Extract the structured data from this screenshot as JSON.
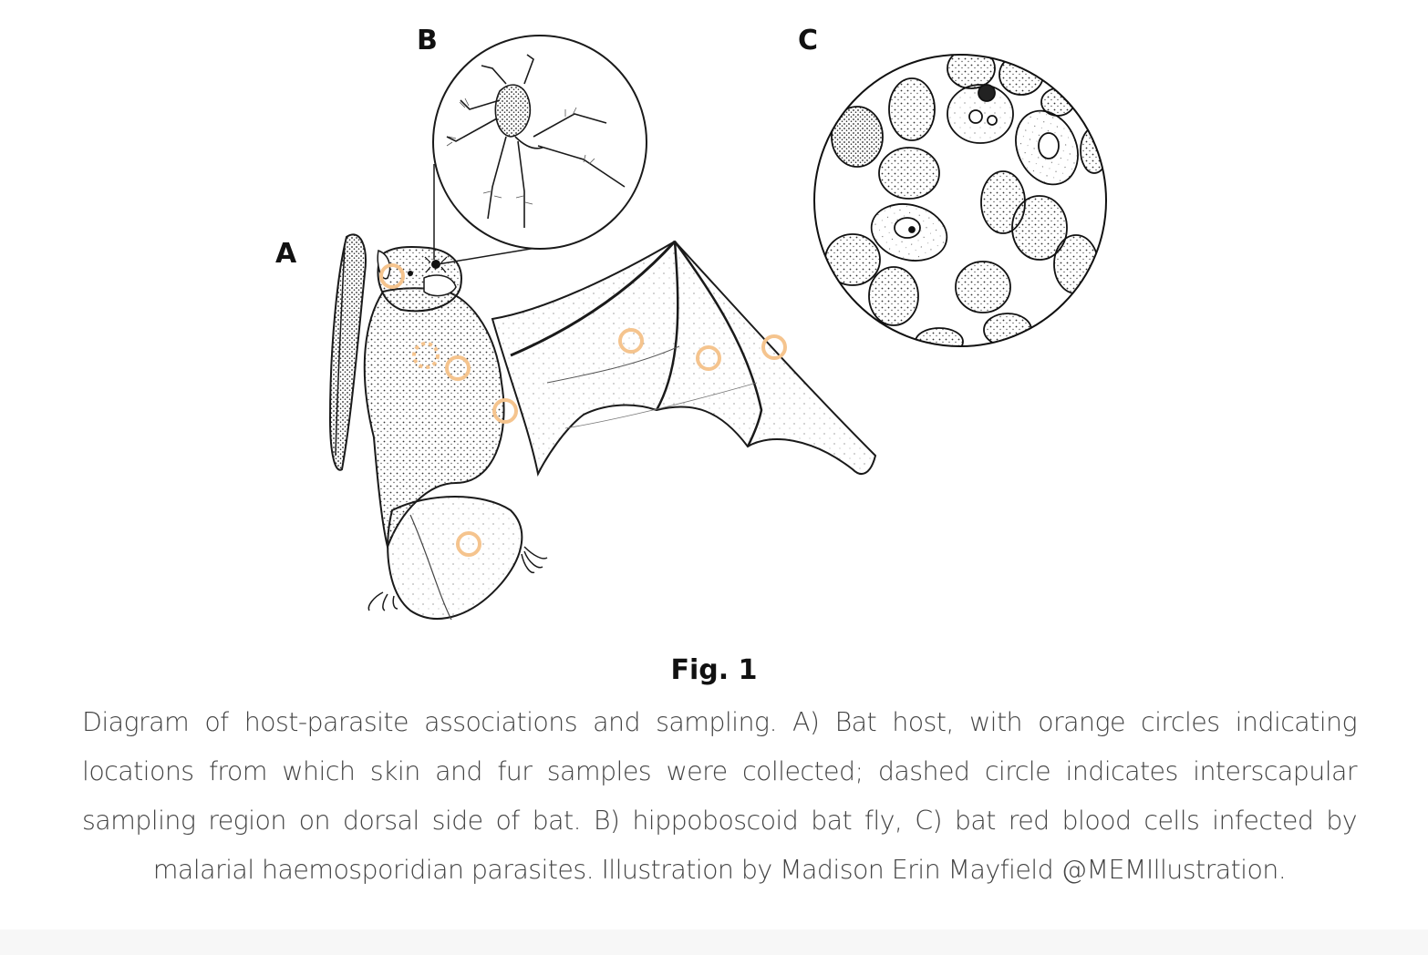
{
  "figure": {
    "panel_labels": {
      "a": "A",
      "b": "B",
      "c": "C"
    },
    "colors": {
      "sample_circle": "#f5c48e",
      "ink": "#1a1a1a",
      "fill": "#ffffff"
    }
  },
  "caption": {
    "title": "Fig. 1",
    "text": "Diagram of host-parasite associations and sampling. A) Bat host, with orange circles indicating locations from which skin and fur samples were collected; dashed circle indicates interscapular sampling region on dorsal side of bat. B) hippoboscoid bat fly, C) bat red blood cells infected by malarial haemosporidian parasites. Illustration by Madison Erin Mayfield @MEMIllustration."
  }
}
